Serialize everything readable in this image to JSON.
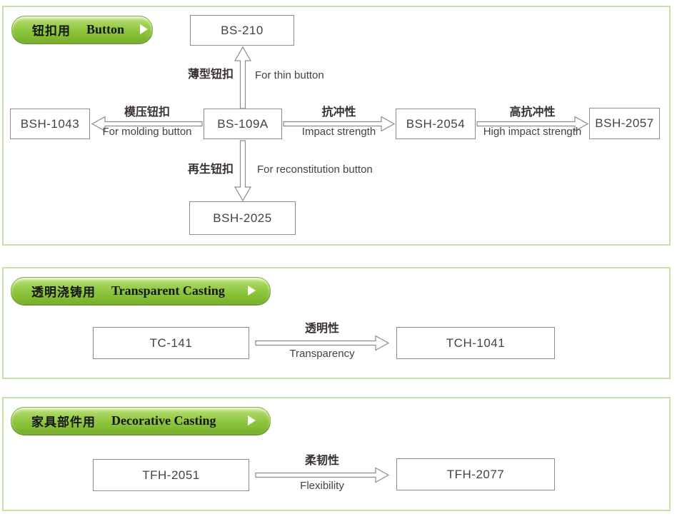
{
  "colors": {
    "accent_green": "#8dc63f",
    "pill_gradient_top": "#d3ecab",
    "pill_gradient_bottom": "#76ad2a",
    "panel_border": "#c3e2a4",
    "box_border": "#8e8b8a",
    "arrow_stroke": "#8e8b8a",
    "text_dark": "#474140"
  },
  "sections": [
    {
      "header": {
        "zh": "钮扣用",
        "en": "Button"
      },
      "nodes": {
        "top": "BS-210",
        "left": "BSH-1043",
        "center": "BS-109A",
        "right1": "BSH-2054",
        "right2": "BSH-2057",
        "bottom": "BSH-2025"
      },
      "edges": {
        "up": {
          "zh": "薄型钮扣",
          "en": "For thin button"
        },
        "left": {
          "zh": "模压钮扣",
          "en": "For molding button"
        },
        "right1": {
          "zh": "抗冲性",
          "en": "Impact strength"
        },
        "right2": {
          "zh": "高抗冲性",
          "en": "High impact strength"
        },
        "down": {
          "zh": "再生钮扣",
          "en": "For reconstitution button"
        }
      }
    },
    {
      "header": {
        "zh": "透明浇铸用",
        "en": "Transparent Casting"
      },
      "nodes": {
        "from": "TC-141",
        "to": "TCH-1041"
      },
      "edge": {
        "zh": "透明性",
        "en": "Transparency"
      }
    },
    {
      "header": {
        "zh": "家具部件用",
        "en": "Decorative Casting"
      },
      "nodes": {
        "from": "TFH-2051",
        "to": "TFH-2077"
      },
      "edge": {
        "zh": "柔韧性",
        "en": "Flexibility"
      }
    }
  ]
}
